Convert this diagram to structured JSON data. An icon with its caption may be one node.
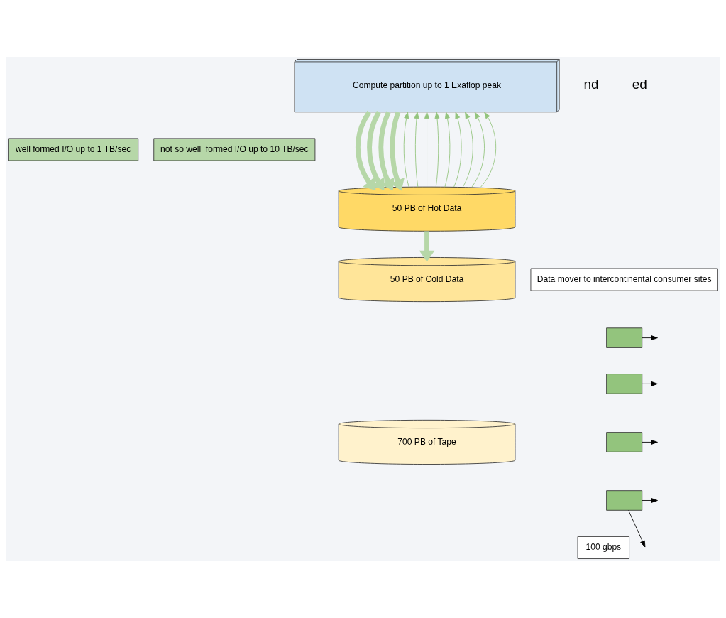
{
  "diagram": {
    "nodes": [
      {
        "text": [
          "Compute partition up to 1 Exaflop peak"
        ]
      },
      {
        "text": [
          "well formed I/O up to 1 TB/sec"
        ]
      },
      {
        "text": [
          "not so well  formed I/O up to 10 TB/sec"
        ]
      },
      {
        "text": [
          "50 PB of Hot Data"
        ]
      },
      {
        "text": [
          "Data mover to intercontinental consumer sites"
        ]
      },
      {
        "text": [],
        "shape": "box"
      },
      {
        "text": [],
        "shape": "box"
      },
      {
        "text": [],
        "shape": "box"
      },
      {
        "text": [],
        "shape": "box"
      },
      {
        "text": [
          "50 PB of Cold Data"
        ]
      },
      {
        "text": [
          "100 gbps"
        ]
      },
      {
        "text": [
          "700 PB of Tape"
        ]
      }
    ],
    "edges": [
      {
        "from": 0,
        "to": 3,
        "arrow": "to",
        "style": "thick",
        "color": "#b6d7a8"
      },
      {
        "from": 0,
        "to": 3,
        "arrow": "to",
        "style": "thick",
        "color": "#b6d7a8"
      },
      {
        "from": 0,
        "to": 3,
        "arrow": "to",
        "style": "thick",
        "color": "#b6d7a8"
      },
      {
        "from": 0,
        "to": 3,
        "arrow": "to",
        "style": "thick",
        "color": "#b6d7a8"
      },
      {
        "from": 3,
        "to": 0,
        "arrow": "to"
      },
      {
        "from": 3,
        "to": 0,
        "arrow": "to"
      },
      {
        "from": 3,
        "to": 0,
        "arrow": "to"
      },
      {
        "from": 3,
        "to": 0,
        "arrow": "to"
      },
      {
        "from": 3,
        "to": 0,
        "arrow": "to"
      },
      {
        "from": 3,
        "to": 0,
        "arrow": "to"
      },
      {
        "from": 3,
        "to": 0,
        "arrow": "to"
      },
      {
        "from": 3,
        "to": 0,
        "arrow": "to"
      },
      {
        "from": 3,
        "to": 0,
        "arrow": "to"
      },
      {
        "from": 3,
        "to": 9,
        "arrow": "to",
        "style": "thick",
        "color": "#b6d7a8"
      },
      {
        "from": 5,
        "to": null,
        "arrow": "to",
        "color": "#000000"
      },
      {
        "from": 6,
        "to": null,
        "arrow": "to",
        "color": "#000000"
      },
      {
        "from": 7,
        "to": null,
        "arrow": "to",
        "color": "#000000"
      },
      {
        "from": 8,
        "to": null,
        "arrow": "to",
        "color": "#000000"
      },
      {
        "from": 8,
        "to": null,
        "arrow": "to",
        "color": "#000000"
      }
    ],
    "labels": [
      "nd",
      "ed"
    ]
  }
}
